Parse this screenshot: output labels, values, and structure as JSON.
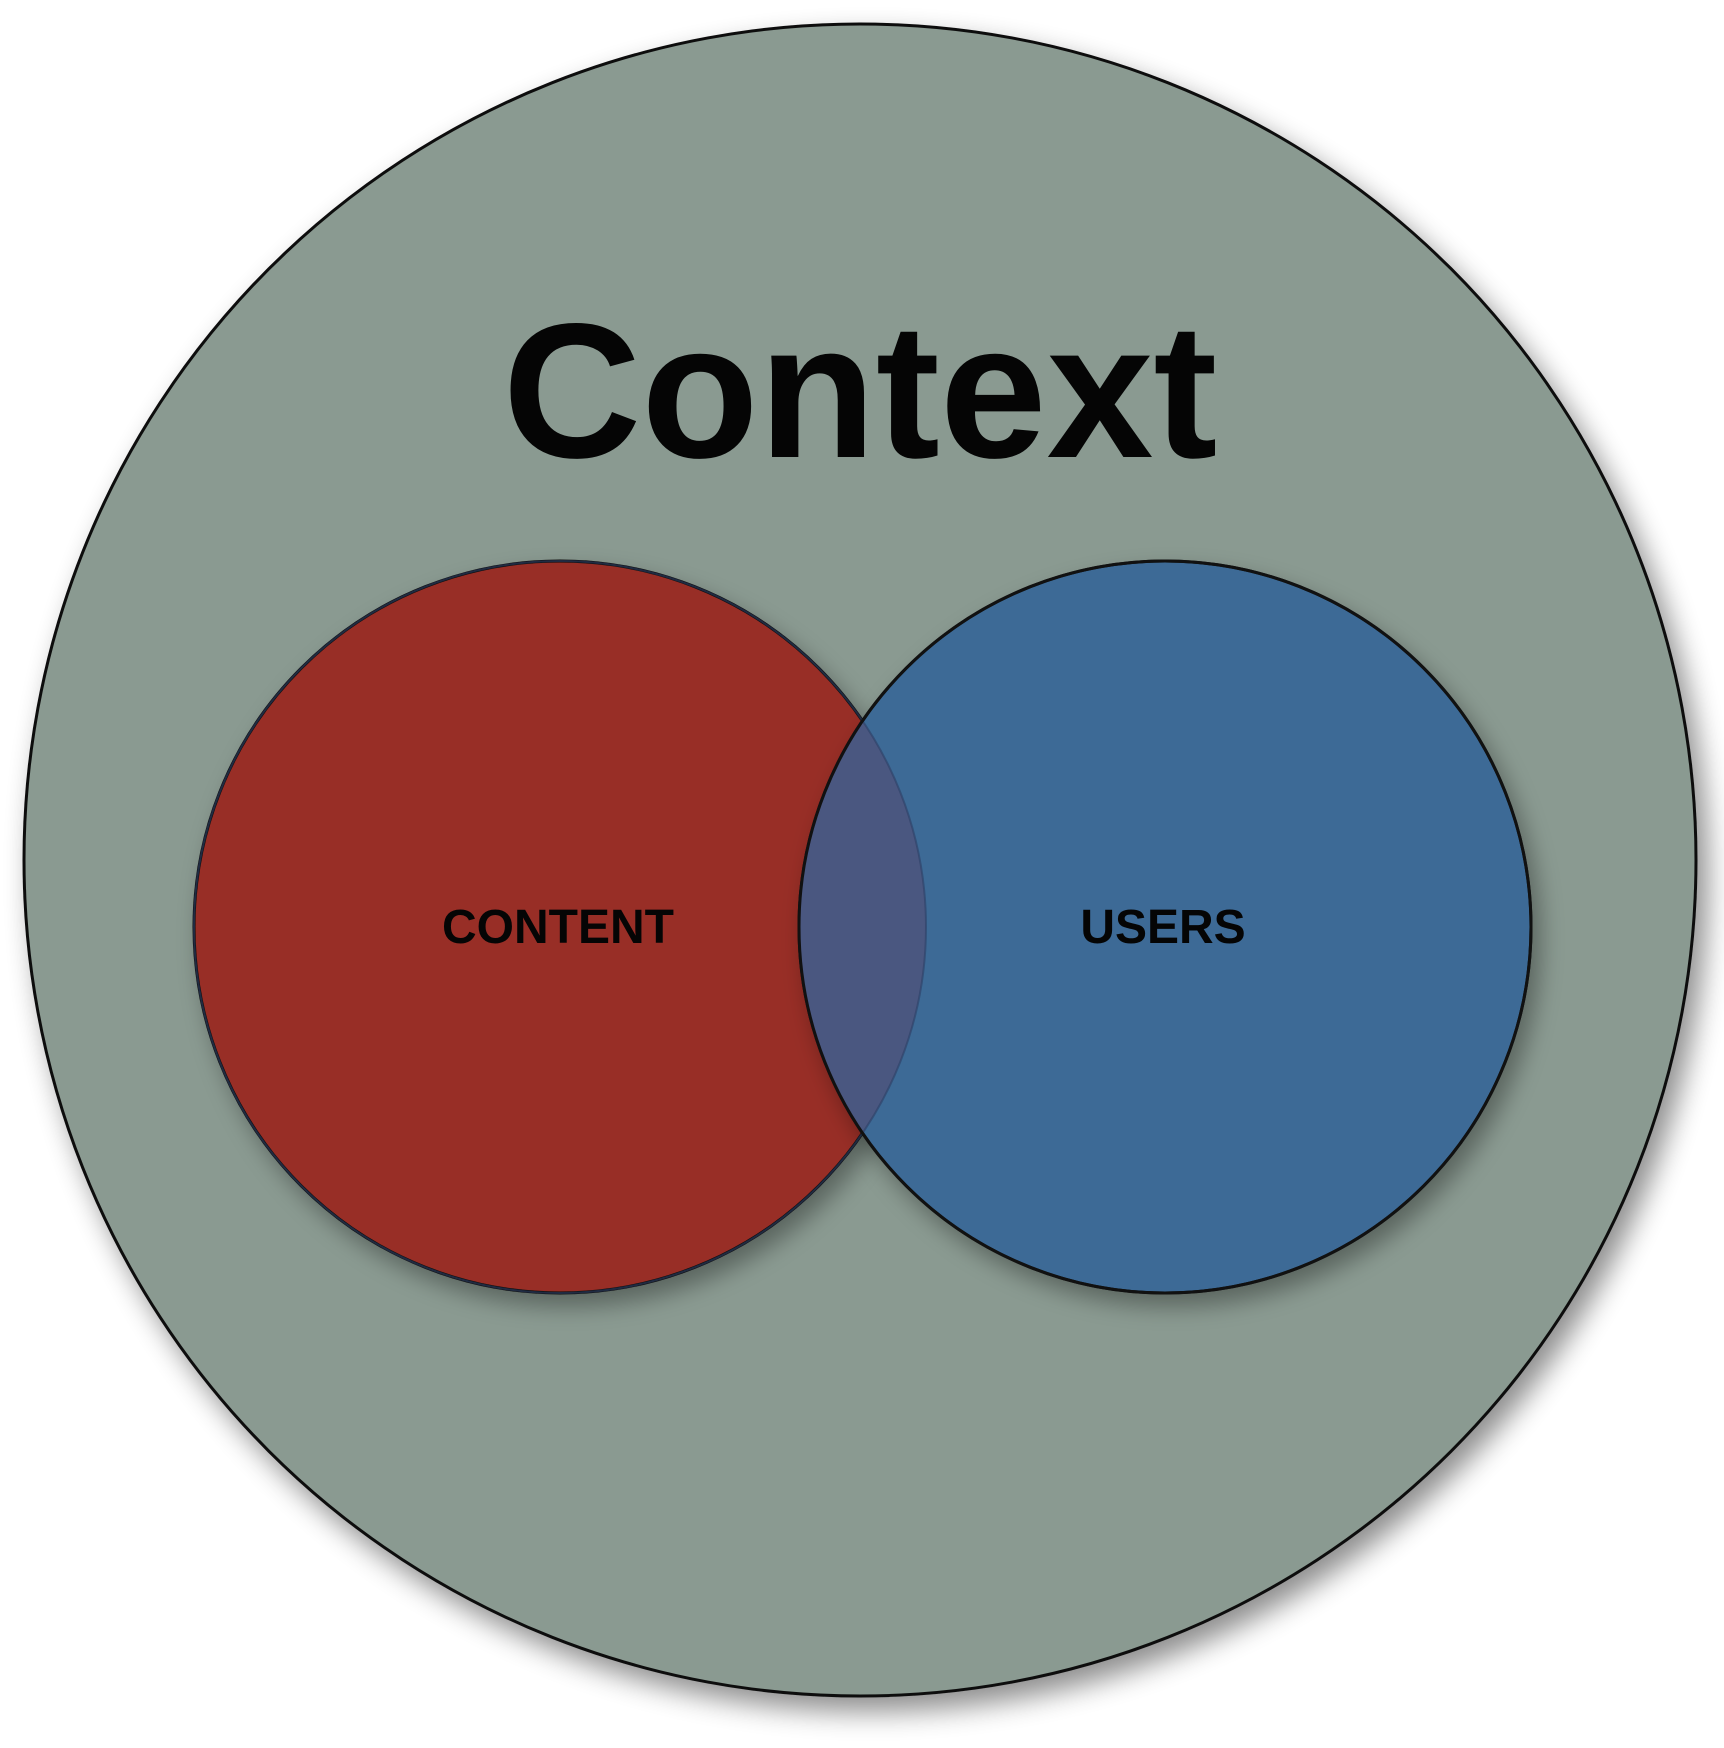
{
  "diagram": {
    "title": "Context",
    "left_circle_label": "CONTENT",
    "right_circle_label": "USERS"
  },
  "colors": {
    "context_fill": "#8a9a91",
    "content_fill": "#982e26",
    "users_fill": "#3d6b96",
    "overlap_fill": "#4a5780",
    "outline": "#111111"
  }
}
